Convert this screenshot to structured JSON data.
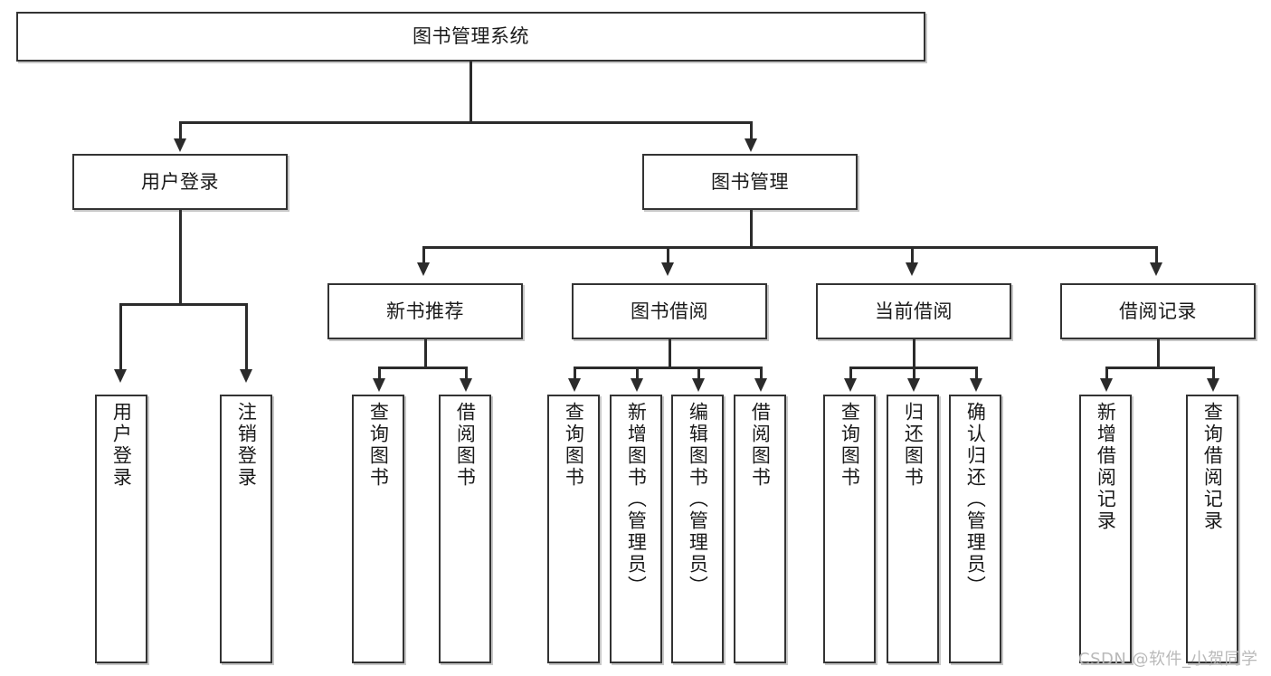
{
  "diagram": {
    "type": "tree-hierarchy-chart",
    "root": {
      "label": "图书管理系统"
    },
    "level1": [
      {
        "id": "user-login",
        "label": "用户登录"
      },
      {
        "id": "book-management",
        "label": "图书管理"
      }
    ],
    "level2": [
      {
        "id": "new-book-recommend",
        "label": "新书推荐"
      },
      {
        "id": "book-borrow",
        "label": "图书借阅"
      },
      {
        "id": "current-borrow",
        "label": "当前借阅"
      },
      {
        "id": "borrow-record",
        "label": "借阅记录"
      }
    ],
    "leaves": {
      "user_login": [
        {
          "id": "leaf-user-login",
          "label": "用户登录"
        },
        {
          "id": "leaf-logout-login",
          "label": "注销登录"
        }
      ],
      "new_book_recommend": [
        {
          "id": "leaf-query-book-1",
          "label": "查询图书"
        },
        {
          "id": "leaf-borrow-book-1",
          "label": "借阅图书"
        }
      ],
      "book_borrow": [
        {
          "id": "leaf-query-book-2",
          "label": "查询图书"
        },
        {
          "id": "leaf-add-book",
          "label": "新增图书（管理员）"
        },
        {
          "id": "leaf-edit-book",
          "label": "编辑图书（管理员）"
        },
        {
          "id": "leaf-borrow-book-2",
          "label": "借阅图书"
        }
      ],
      "current_borrow": [
        {
          "id": "leaf-query-book-3",
          "label": "查询图书"
        },
        {
          "id": "leaf-return-book",
          "label": "归还图书"
        },
        {
          "id": "leaf-confirm-return",
          "label": "确认归还（管理员）"
        }
      ],
      "borrow_record": [
        {
          "id": "leaf-add-record",
          "label": "新增借阅记录"
        },
        {
          "id": "leaf-query-record",
          "label": "查询借阅记录"
        }
      ]
    }
  },
  "watermark": {
    "text": "CSDN @软件_小贺同学"
  },
  "colors": {
    "box_border": "#333333",
    "connector": "#2b2b2b",
    "background": "#ffffff",
    "text": "#1a1a1a",
    "watermark": "#b9b9b9"
  }
}
